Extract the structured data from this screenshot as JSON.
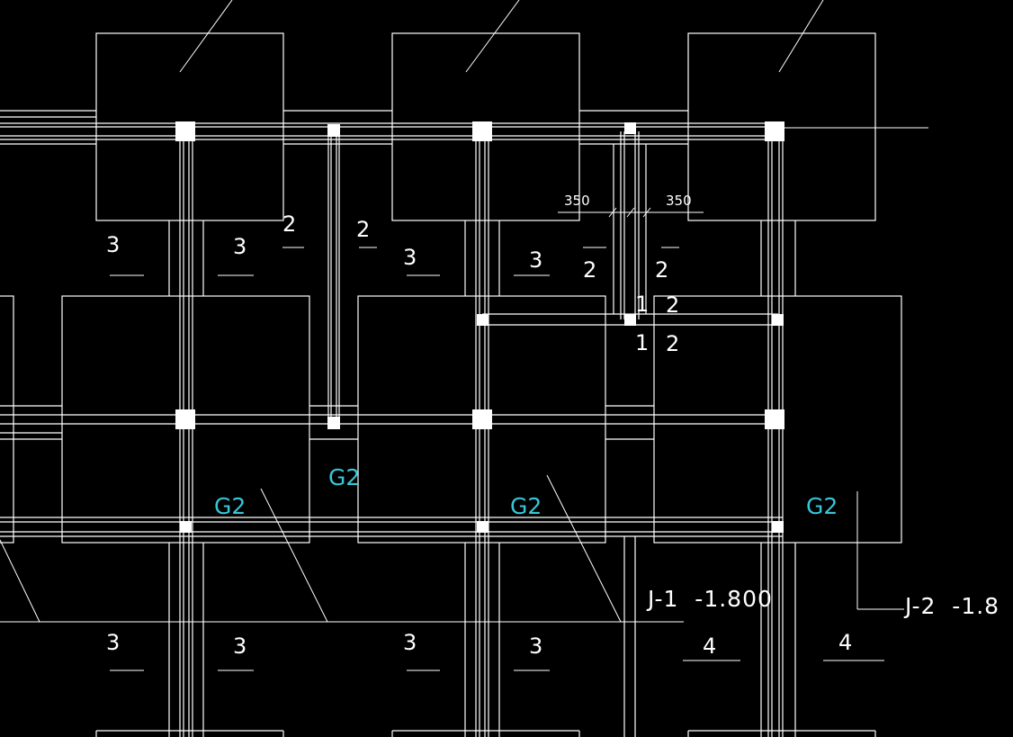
{
  "drawing": {
    "background": "#000000",
    "line_color": "#ffffff",
    "beam_tag_color": "#39c6d6"
  },
  "dimensions": {
    "left": "350",
    "right": "350"
  },
  "beam_tags": {
    "g2_a": "G2",
    "g2_b": "G2",
    "g2_c": "G2",
    "g2_d": "G2"
  },
  "footing_labels": {
    "j1": "J-1  -1.800",
    "j2": "J-2  -1.8"
  },
  "rebar_marks": {
    "r1": "3",
    "r2": "3",
    "r3": "2",
    "r4": "2",
    "r5": "3",
    "r6": "3",
    "r7": "2",
    "r8": "2",
    "r9": "1",
    "r10": "2",
    "r11": "1",
    "r12": "2",
    "r13": "3",
    "r14": "3",
    "r15": "3",
    "r16": "3",
    "r17": "4",
    "r18": "4"
  }
}
